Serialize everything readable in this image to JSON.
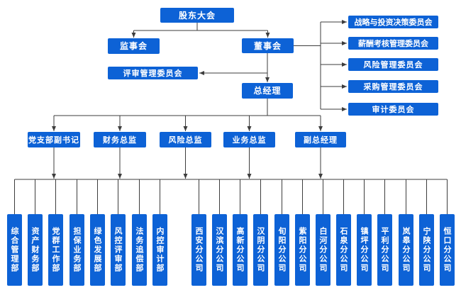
{
  "diagram": {
    "type": "org-chart",
    "colors": {
      "node_fill": "#0d62d6",
      "node_text": "#ffffff",
      "line": "#3d3d3d",
      "background": "#ffffff"
    },
    "nodes": {
      "shareholders_meeting": "股东大会",
      "supervisory_board": "监事会",
      "board_of_directors": "董事会",
      "review_management_committee": "评审管理委员会",
      "general_manager": "总经理"
    },
    "committees": [
      "战略与投资决策委员会",
      "薪酬考核管理委员会",
      "风险管理委员会",
      "采购管理委员会",
      "审计委员会"
    ],
    "executives": [
      "党支部副书记",
      "财务总监",
      "风险总监",
      "业务总监",
      "副总经理"
    ],
    "departments": [
      "综合管理部",
      "资产财务部",
      "党群工作部",
      "担保业务部",
      "绿色发展部",
      "风控评审部",
      "法务追偿部",
      "内控审计部"
    ],
    "branches": [
      "西安分公司",
      "汉滨分公司",
      "高新分公司",
      "汉阴分公司",
      "旬阳分公司",
      "紫阳分公司",
      "白河分公司",
      "石泉分公司",
      "镇坪分公司",
      "平利分公司",
      "岚皋分公司",
      "宁陕分公司",
      "恒口分公司"
    ]
  }
}
